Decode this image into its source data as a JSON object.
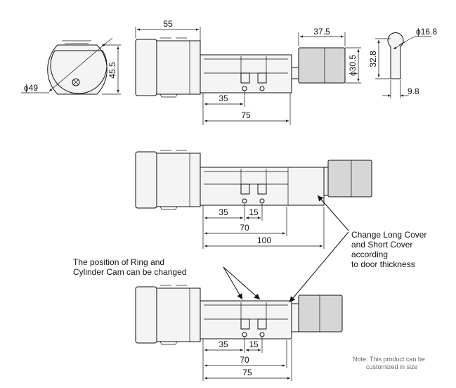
{
  "dims": {
    "top_width": "55",
    "top_diameter": "ϕ49",
    "top_height": "45.5",
    "top_35": "35",
    "top_75": "75",
    "knob_len": "37.5",
    "knob_dia": "ϕ30.5",
    "profile_dia": "ϕ16.8",
    "profile_h": "32.8",
    "profile_w": "9.8",
    "mid_35": "35",
    "mid_15": "15",
    "mid_70": "70",
    "mid_100": "100",
    "bot_35": "35",
    "bot_15": "15",
    "bot_70": "70",
    "bot_75": "75"
  },
  "annotations": {
    "cover_line1": "Change Long Cover",
    "cover_line2": "and Short Cover",
    "cover_line3": "according",
    "cover_line4": "to door thickness",
    "ring_line1": "The position of Ring and",
    "ring_line2": "Cylinder Cam can be changed",
    "note_line1": "Note: This product can be",
    "note_line2": "customized in size"
  }
}
